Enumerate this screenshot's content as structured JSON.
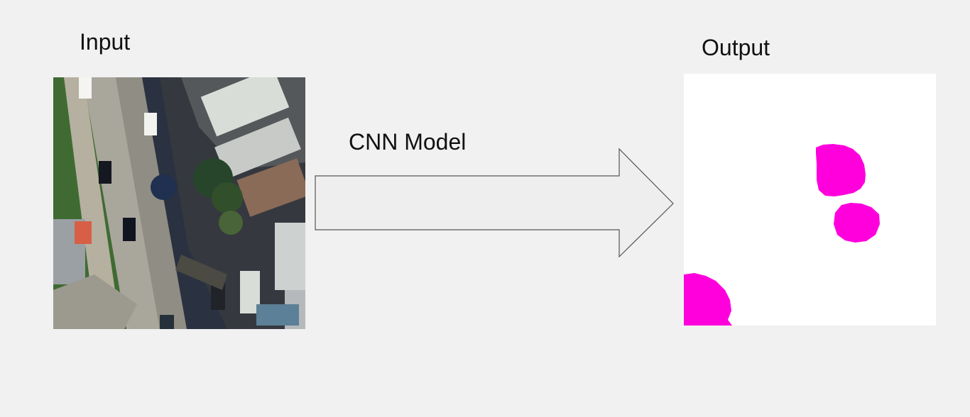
{
  "diagram": {
    "input_label": "Input",
    "output_label": "Output",
    "model_label": "CNN Model"
  },
  "colors": {
    "background": "#f1f1f1",
    "arrow_fill": "#eeeeee",
    "arrow_stroke": "#555555",
    "segmentation_mask": "#ff00dd",
    "output_background": "#ffffff"
  },
  "icons": {
    "arrow": "right-arrow-icon"
  }
}
